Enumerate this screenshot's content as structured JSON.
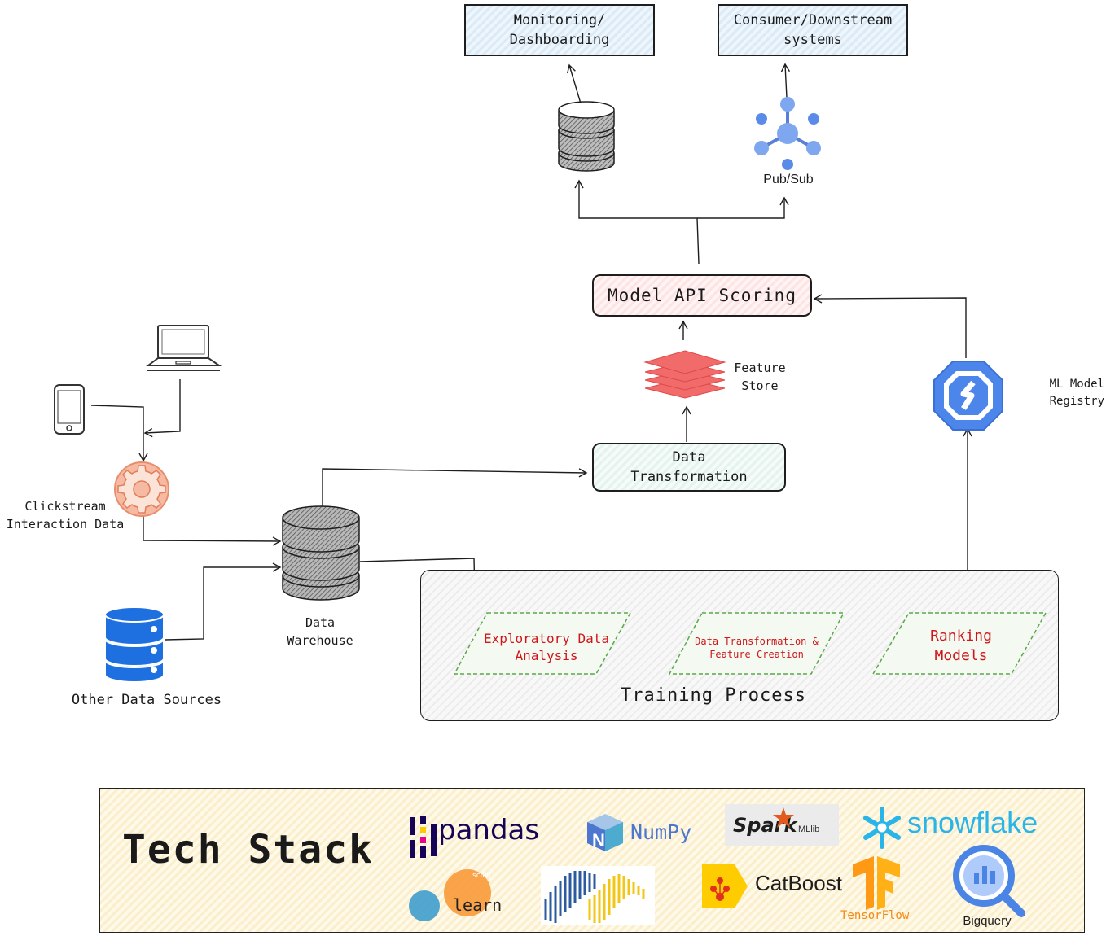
{
  "top_boxes": {
    "monitoring": "Monitoring/ Dashboarding",
    "consumer": "Consumer/Downstream systems"
  },
  "pubsub_label": "Pub/Sub",
  "model_api": "Model API Scoring",
  "feature_store": "Feature Store",
  "data_transformation": "Data Transformation",
  "ml_registry": "ML Model Registry",
  "clickstream": "Clickstream Interaction Data",
  "warehouse": "Data Warehouse",
  "other_sources": "Other Data Sources",
  "training": {
    "title": "Training Process",
    "steps": [
      "Exploratory Data Analysis",
      "Data Transformation & Feature Creation",
      "Ranking Models"
    ]
  },
  "tech_stack": {
    "title": "Tech Stack",
    "logos": {
      "pandas": "pandas",
      "numpy": "NumPy",
      "spark": "Spark",
      "mllib": "MLlib",
      "snowflake": "snowflake",
      "sklearn_small": "scikit",
      "sklearn": "learn",
      "catboost": "CatBoost",
      "tensorflow": "TensorFlow",
      "bigquery": "Bigquery"
    }
  },
  "colors": {
    "accent_red": "#d0161b",
    "box_blue": "#dbeaf7",
    "box_red": "#fde3e3",
    "box_green": "#e4f3ee",
    "tech_bg": "#fbeecb",
    "db_blue": "#1e6fe0",
    "pubsub_blue": "#7ea7ef"
  }
}
